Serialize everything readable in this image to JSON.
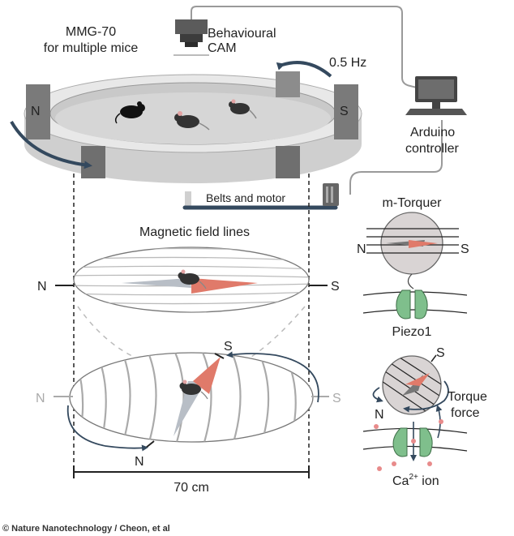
{
  "labels": {
    "device_name": "MMG-70",
    "device_subtitle": "for multiple mice",
    "camera_line1": "Behavioural",
    "camera_line2": "CAM",
    "frequency": "0.5 Hz",
    "controller_line1": "Arduino",
    "controller_line2": "controller",
    "belts": "Belts and motor",
    "field_lines": "Magnetic field lines",
    "torquer": "m-Torquer",
    "piezo": "Piezo1",
    "torque_line1": "Torque",
    "torque_line2": "force",
    "calcium_prefix": "Ca",
    "calcium_sup": "2+",
    "calcium_suffix": " ion",
    "width": "70 cm",
    "pole_n": "N",
    "pole_s": "S"
  },
  "credit": "© Nature Nanotechnology / Cheon, et al",
  "colors": {
    "navy": "#34495e",
    "platform": "#d4d4d4",
    "platform_wall": "#bdbdbd",
    "field_red": "#e07a6a",
    "field_grey": "#b0b5bd",
    "piezo_green": "#7fbf8c",
    "ion_red": "#e88b8b",
    "line_grey": "#9a9a9a"
  }
}
